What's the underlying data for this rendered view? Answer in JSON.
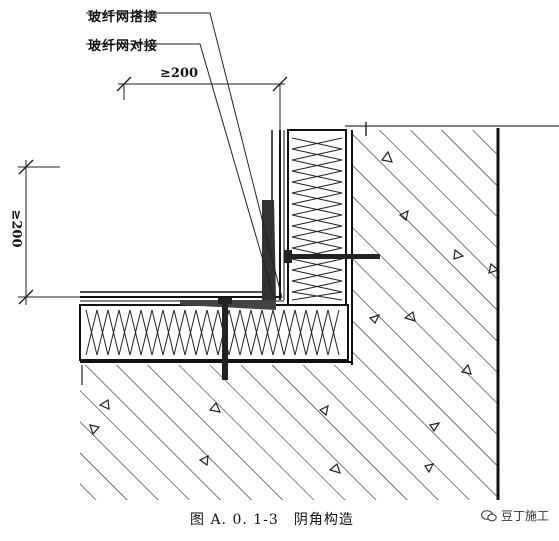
{
  "labels": {
    "mesh_overlap": "玻纤网搭接",
    "mesh_butt": "玻纤网对接"
  },
  "dimensions": {
    "top": "≥200",
    "left": "≥200"
  },
  "caption": "图 A. 0. 1-3　阴角构造",
  "watermark": "豆丁施工",
  "icons": {
    "watermark": "chat-bubble-icon"
  }
}
